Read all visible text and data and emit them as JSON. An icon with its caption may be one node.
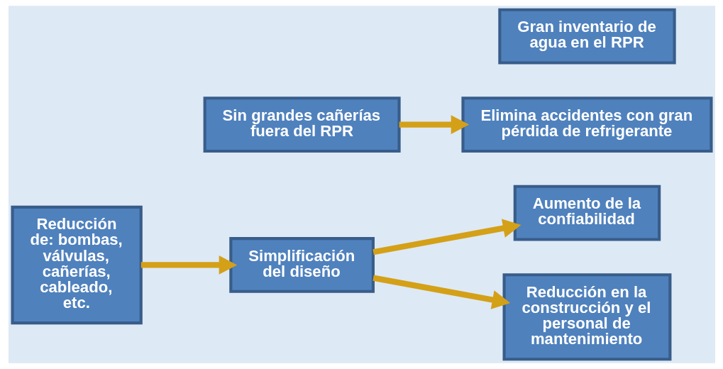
{
  "diagram": {
    "nodes": [
      {
        "text": [
          "Gran inventario de agua en el RPR"
        ]
      },
      {
        "text": [
          "Sin grandes cañerías fuera del RPR"
        ]
      },
      {
        "text": [
          "Elimina accidentes con gran pérdida de refrigerante"
        ]
      },
      {
        "text": [
          "Reducción de: bombas, válvulas, cañerías, cableado, etc."
        ]
      },
      {
        "text": [
          "Simplificación del diseño"
        ]
      },
      {
        "text": [
          "Aumento de la confiabilidad"
        ]
      },
      {
        "text": [
          "Reducción en la construcción y el personal de mantenimiento"
        ]
      }
    ],
    "edges": [
      {
        "from": 1,
        "to": 2,
        "arrow": "to"
      },
      {
        "from": 3,
        "to": 4,
        "arrow": "to"
      },
      {
        "from": 4,
        "to": 5,
        "arrow": "to"
      },
      {
        "from": 4,
        "to": 6,
        "arrow": "to"
      }
    ]
  }
}
